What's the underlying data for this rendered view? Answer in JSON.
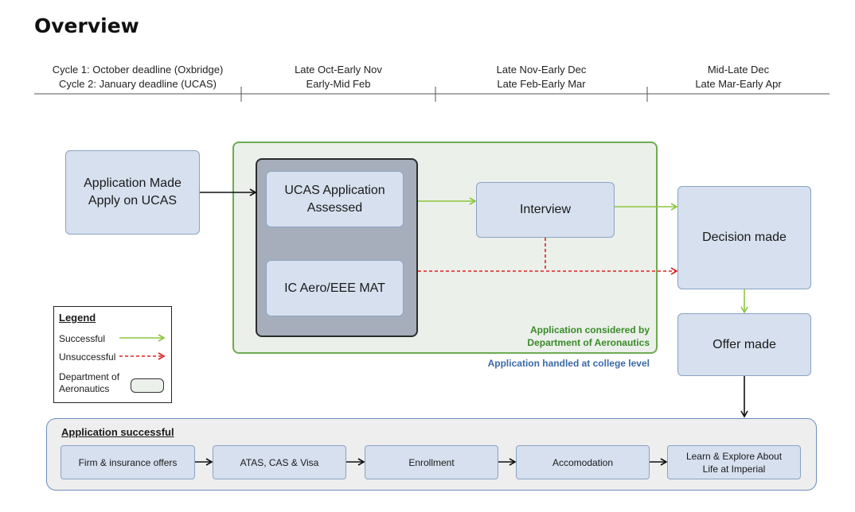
{
  "page_title": "Overview",
  "timeline": {
    "stages": [
      {
        "line1": "Cycle 1: October deadline (Oxbridge)",
        "line2": "Cycle 2: January deadline (UCAS)"
      },
      {
        "line1": "Late Oct-Early Nov",
        "line2": "Early-Mid Feb"
      },
      {
        "line1": "Late Nov-Early Dec",
        "line2": "Late Feb-Early Mar"
      },
      {
        "line1": "Mid-Late Dec",
        "line2": "Late Mar-Early Apr"
      }
    ]
  },
  "nodes": {
    "application_made": {
      "line1": "Application Made",
      "line2": "Apply on UCAS"
    },
    "ucas_assessed": {
      "line1": "UCAS Application",
      "line2": "Assessed"
    },
    "mat": {
      "label": "IC Aero/EEE MAT"
    },
    "interview": {
      "label": "Interview"
    },
    "decision": {
      "label": "Decision made"
    },
    "offer": {
      "label": "Offer made"
    }
  },
  "notes": {
    "dept_line1": "Application considered by",
    "dept_line2": "Department of Aeronautics",
    "college": "Application handled at college level"
  },
  "legend": {
    "title": "Legend",
    "successful": "Successful",
    "unsuccessful": "Unsuccessful",
    "dept_line1": "Department of",
    "dept_line2": "Aeronautics"
  },
  "success_panel": {
    "title": "Application successful",
    "steps": [
      {
        "line1": "Firm & insurance offers",
        "line2": ""
      },
      {
        "line1": "ATAS, CAS & Visa",
        "line2": ""
      },
      {
        "line1": "Enrollment",
        "line2": ""
      },
      {
        "line1": "Accomodation",
        "line2": ""
      },
      {
        "line1": "Learn & Explore About",
        "line2": "Life at Imperial"
      }
    ]
  },
  "colors": {
    "success": "#8dc63f",
    "unsuccessful": "#e02020",
    "college_note": "#3b6aa6",
    "dept_note": "#3a8a2a"
  }
}
